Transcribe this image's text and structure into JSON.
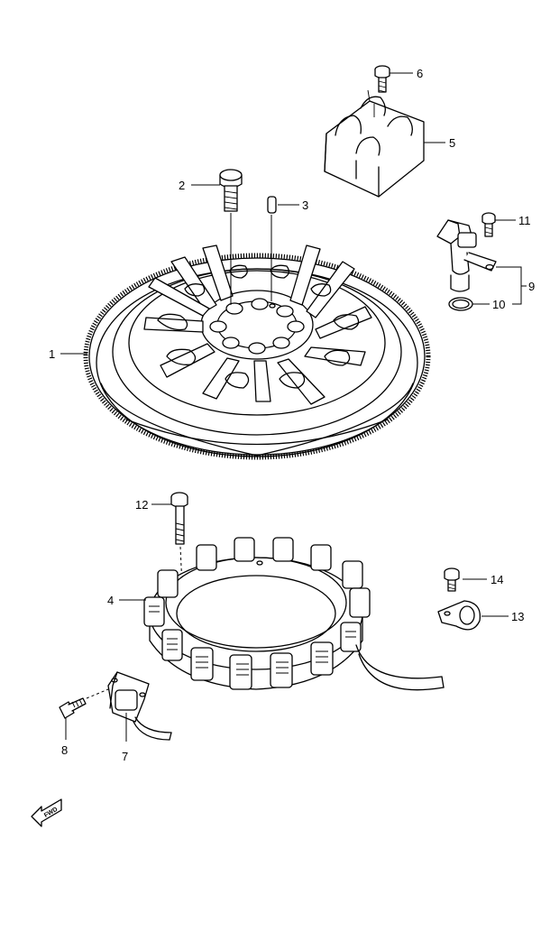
{
  "callouts": {
    "c1": "1",
    "c2": "2",
    "c3": "3",
    "c4": "4",
    "c5": "5",
    "c6": "6",
    "c7": "7",
    "c8": "8",
    "c9": "9",
    "c10": "10",
    "c11": "11",
    "c12": "12",
    "c13": "13",
    "c14": "14"
  },
  "fwd_label": "FWD"
}
